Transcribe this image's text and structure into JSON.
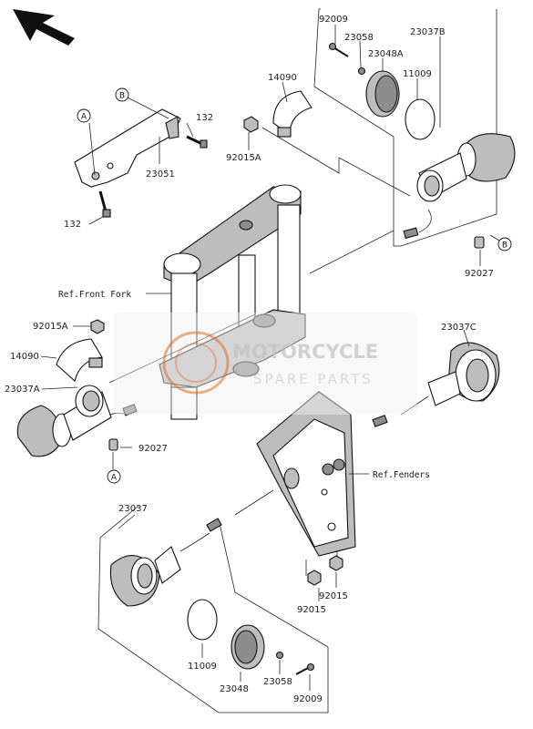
{
  "labels": {
    "p92009_top": "92009",
    "p23058_top": "23058",
    "p23037B": "23037B",
    "p23048A": "23048A",
    "p11009_top": "11009",
    "p14090_top": "14090",
    "p92015A_top": "92015A",
    "p132_top": "132",
    "p23051": "23051",
    "p132_left": "132",
    "p92027_right": "92027",
    "ref_front_fork": "Ref.Front Fork",
    "p92015A_left": "92015A",
    "p14090_left": "14090",
    "p23037A": "23037A",
    "p92027_left": "92027",
    "p23037C": "23037C",
    "ref_fenders": "Ref.Fenders",
    "p23037": "23037",
    "p11009_bottom": "11009",
    "p23048": "23048",
    "p23058_bottom": "23058",
    "p92009_bottom": "92009",
    "p92015_left": "92015",
    "p92015_right": "92015"
  },
  "callouts": {
    "a_top": "A",
    "b_top": "B",
    "b_right": "B",
    "a_bottom": "A"
  },
  "watermark": {
    "line1": "MOTORCYCLE",
    "line2": "SPARE PARTS"
  },
  "colors": {
    "watermark_orange": "#e07a3a",
    "watermark_gray": "#c8c8c8"
  },
  "icons": {
    "direction_arrow": "front-direction-arrow-icon"
  }
}
